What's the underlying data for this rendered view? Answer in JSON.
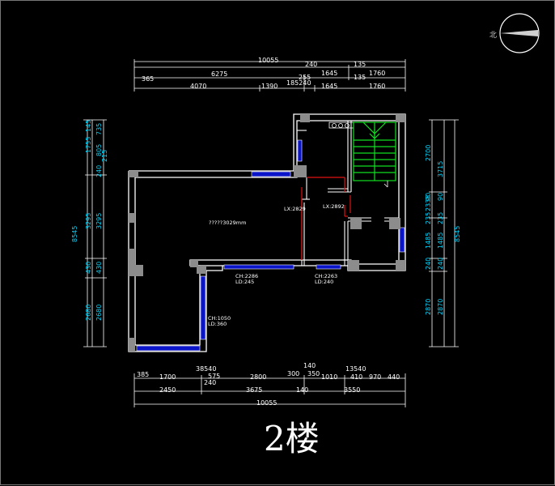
{
  "floor_title": "2楼",
  "north_label": "北",
  "colors": {
    "background": "#000000",
    "wall": "#ffffff",
    "window": "#0a14c8",
    "column": "#8c8c8c",
    "dimension_line": "#ffffff",
    "dimension_text_vertical": "#00d8ff",
    "opening": "#e01010",
    "stair": "#10e020"
  },
  "top_dimensions": {
    "row1": [
      "10055"
    ],
    "row2": [
      "6275",
      "240",
      "135"
    ],
    "row3": [
      "365",
      "255",
      "1645",
      "135",
      "1760"
    ],
    "row4": [
      "4070",
      "1390",
      "185240",
      "1645",
      "1760"
    ]
  },
  "bottom_dimensions": {
    "row1": [
      "385",
      "1700",
      "38540",
      "575",
      "2800",
      "300",
      "140",
      "350",
      "1010",
      "13540",
      "410",
      "970",
      "440"
    ],
    "row2": [
      "2450",
      "240",
      "3675",
      "140",
      "3550"
    ],
    "row3": [
      "10055"
    ]
  },
  "left_dimensions": {
    "outer": [
      "8545"
    ],
    "mid": [
      "145",
      "1755",
      "3295",
      "430",
      "2680"
    ],
    "inner": [
      "240",
      "805",
      "735",
      "215",
      "3295",
      "430",
      "2680"
    ]
  },
  "right_dimensions": {
    "inner": [
      "2700",
      "90",
      "2335",
      "235",
      "1485",
      "240",
      "2870"
    ],
    "mid": [
      "3715",
      "90",
      "235",
      "1485",
      "240",
      "2870"
    ],
    "outer": [
      "8545"
    ]
  },
  "room_labels": {
    "main_room": "?????3029mm",
    "lx_left": "LX:2829",
    "lx_right": "LX:2892",
    "opening_1_ch": "CH:2286",
    "opening_1_ld": "LD:245",
    "opening_2_ch": "CH:2263",
    "opening_2_ld": "LD:240",
    "opening_3_ch": "CH:1050",
    "opening_3_ld": "LD:360"
  }
}
